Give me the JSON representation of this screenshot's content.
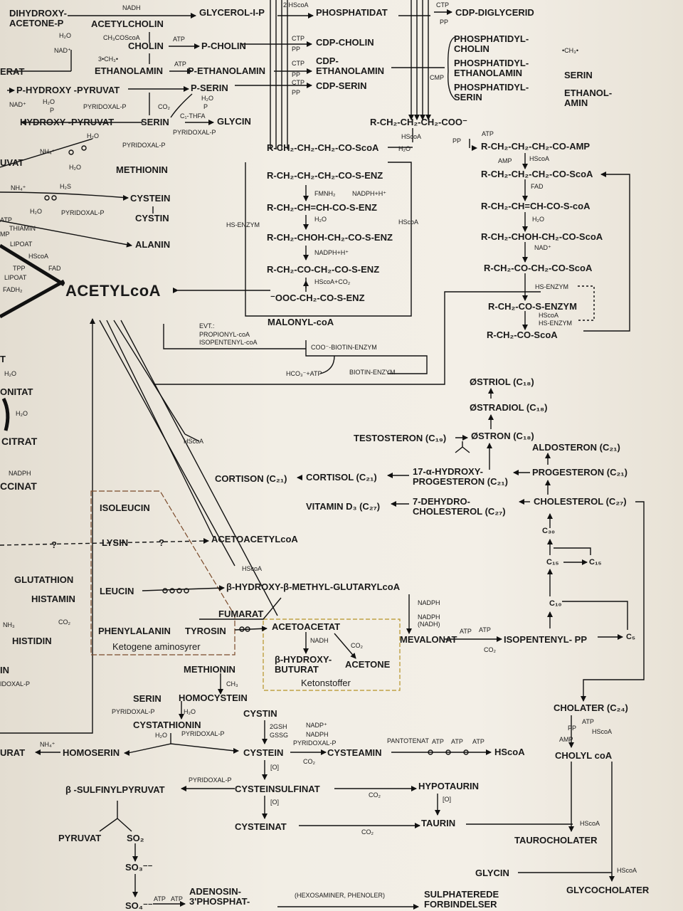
{
  "lipid": {
    "nadh": "NADH",
    "glycerol_p": "GLYCEROL-I-P",
    "two_hscoa": "2 HScoA",
    "phosphatidat": "PHOSPHATIDAT",
    "ctp_top": "CTP",
    "pp_top": "PP",
    "cdp_diglycerid": "CDP-DIGLYCERID",
    "dihydroxy_acetone_p": "DIHYDROXY-\nACETONE-P",
    "h2o_a": "H₂O",
    "nad_a": "NAD⁺",
    "acetylcholin": "ACETYLCHOLIN",
    "ch3coscoa": "CH₃COScoA",
    "three_ch3": "3•CH₃•",
    "cholin": "CHOLIN",
    "atp_cholin": "ATP",
    "p_cholin": "P-CHOLIN",
    "ctp_1": "CTP",
    "pp_1": "PP",
    "cdp_cholin": "CDP-CHOLIN",
    "ethanolamin": "ETHANOLAMIN",
    "atp_eth": "ATP",
    "p_ethanolamin": "P-ETHANOLAMIN",
    "ctp_2": "CTP",
    "pp_2": "PP",
    "cdp_ethanolamin": "CDP-\nETHANOLAMIN",
    "ctp_3": "CTP",
    "pp_3": "PP",
    "cdp_serin": "CDP-SERIN",
    "cmp": "CMP",
    "phosphatidylcholin": "PHOSPHATIDYL-\nCHOLIN",
    "phosphatidylethanolamin": "PHOSPHATIDYL-\nETHANOLAMIN",
    "phosphatidylserin": "PHOSPHATIDYL-\nSERIN",
    "ch3_right": "•CH₃•",
    "serin_right": "SERIN",
    "ethanolamin_right": "ETHANOL-\nAMIN",
    "erat": "ERAT",
    "p_hydroxy_pyruvat": "P-HYDROXY -PYRUVAT",
    "p_serin": "P-SERIN",
    "h2o_p": "H₂O",
    "p_p": "P",
    "nad_b": "NAD⁺",
    "h2o_b": "H₂O",
    "p_b": "P",
    "pyridoxal_p_a": "PYRIDOXAL-P",
    "co2_a": "CO₂",
    "c1_thfa": "C₁-THFA",
    "hydroxy_pyruvat": "HYDROXY -PYRUVAT",
    "serin": "SERIN",
    "glycin_top": "GLYCIN",
    "pyridoxal_p_b": "PYRIDOXAL-P",
    "h2o_c": "H₂O",
    "pyridoxal_p_c": "PYRIDOXAL-P",
    "uvat": "UVAT",
    "nh4_a": "NH₄⁺",
    "h2o_d": "H₂O",
    "methionin_top": "METHIONIN",
    "nh4_b": "NH₄⁺",
    "h2s": "H₂S",
    "h2o_e": "H₂O",
    "pyridoxal_p_d": "PYRIDOXAL-P",
    "cystein_top": "CYSTEIN",
    "cystin_top": "CYSTIN",
    "atp_left": "ATP",
    "thiamin": "THIAMIN",
    "mp": "MP",
    "alanin": "ALANIN",
    "lipoat": "LIPOAT",
    "hscoa_left": "HScoA",
    "tpp": "TPP",
    "fad_left": "FAD",
    "lipoat2": "LIPOAT",
    "fadh2": "FADH₂",
    "acetylcoa": "ACETYLcoA"
  },
  "fatty_synthesis": {
    "r_coo": "R-CH₂-CH₂-CH₂-COO⁻",
    "hscoa_1": "HScoA",
    "r_co_scoa": "R-CH₂-CH₂-CH₂-CO-ScoA",
    "h2o_1": "H₂O",
    "s1": "R-CH₂-CH₂-CH₂-CO-S-ENZ",
    "fmnh2": "FMNH₂",
    "nadph_1": "NADPH+H⁺",
    "s2": "R-CH₂-CH=CH-CO-S-ENZ",
    "hs_enzym": "HS-ENZYM",
    "h2o_2": "H₂O",
    "hscoa_2": "HScoA",
    "s3": "R-CH₂-CHOH-CH₂-CO-S-ENZ",
    "nadph_2": "NADPH+H⁺",
    "s4": "R-CH₂-CO-CH₂-CO-S-ENZ",
    "hscoa_co2": "HScoA+CO₂",
    "s5": "⁻OOC-CH₂-CO-S-ENZ",
    "malonyl": "MALONYL-coA",
    "evt": "EVT.:",
    "propionyl": "PROPIONYL-coA",
    "isopentenyl": "ISOPENTENYL-coA",
    "coo_biotin": "COO⁻-BIOTIN-ENZYM",
    "hco3_atp": "HCO₃⁻+ATP",
    "biotin_enzym": "BIOTIN-ENZYM"
  },
  "beta_oxidation": {
    "atp": "ATP",
    "pp": "PP",
    "amp_1": "R-CH₂-CH₂-CH₂-CO-AMP",
    "amp": "AMP",
    "hscoa": "HScoA",
    "b1": "R-CH₂-CH₂-CH₂-CO-ScoA",
    "fad": "FAD",
    "b2": "R-CH₂-CH=CH-CO-S-coA",
    "h2o": "H₂O",
    "b3": "R-CH₂-CHOH-CH₂-CO-ScoA",
    "nad": "NAD⁺",
    "b4": "R-CH₂-CO-CH₂-CO-ScoA",
    "hs_enzym_1": "HS-ENZYM",
    "b5": "R-CH₂-CO-S-ENZYM",
    "hscoa_2": "HScoA",
    "hs_enzym_2": "HS-ENZYM",
    "b6": "R-CH₂-CO-ScoA"
  },
  "steroids": {
    "ostriol": "ØSTRIOL (C₁₈)",
    "ostradiol": "ØSTRADIOL (C₁₈)",
    "testosteron": "TESTOSTERON (C₁₉)",
    "ostron": "ØSTRON (C₁₈)",
    "aldosteron": "ALDOSTERON (C₂₁)",
    "cortison": "CORTISON (C₂₁)",
    "cortisol": "CORTISOL (C₂₁)",
    "hydroxyprogesteron": "17-α-HYDROXY-\nPROGESTERON (C₂₁)",
    "progesteron": "PROGESTERON (C₂₁)",
    "vitamin_d3": "VITAMIN D₃ (C₂₇)",
    "dehydrocholesterol": "7-DEHYDRO-\nCHOLESTEROL (C₂₇)",
    "cholesterol": "CHOLESTEROL (C₂₇)",
    "c30": "C₃₀",
    "c15a": "C₁₅",
    "c15b": "C₁₅",
    "c10": "C₁₀",
    "c5": "C₅"
  },
  "ketone": {
    "hscoa_a": "HScoA",
    "isoleucin": "ISOLEUCIN",
    "lysin": "LYSIN",
    "q1": "?",
    "q2": "?",
    "acetoacetylcoa": "ACETOACETYLcoA",
    "hscoa_b": "HScoA",
    "leucin": "LEUCIN",
    "hmg": "β-HYDROXY-β-METHYL-GLUTARYLcoA",
    "fumarat": "FUMARAT",
    "phenylalanin": "PHENYLALANIN",
    "tyrosin": "TYROSIN",
    "ketogene": "Ketogene aminosyrer",
    "acetoacetat": "ACETOACETAT",
    "nadh": "NADH",
    "co2": "CO₂",
    "hydroxybuturat": "β-HYDROXY-\nBUTURAT",
    "acetone": "ACETONE",
    "ketonstoffer": "Ketonstoffer",
    "nadph_1": "NADPH",
    "nadph_2": "NADPH\n(NADH)",
    "mevalonat": "MEVALONAT",
    "atp_1": "ATP",
    "atp_2": "ATP",
    "co2_b": "CO₂",
    "isopentenyl_pp": "ISOPENTENYL- PP"
  },
  "left_side": {
    "t": "T",
    "h2o_1": "H₂O",
    "onitat": "ONITAT",
    "h2o_2": "H₂O",
    "citrat": "CITRAT",
    "nadph": "NADPH",
    "ccinat": "CCINAT",
    "glutathion": "GLUTATHION",
    "histamin": "HISTAMIN",
    "nh3": "NH₃",
    "co2": "CO₂",
    "histidin": "HISTIDIN",
    "in": "IN",
    "idoxal": "IDOXAL-P",
    "urat": "URAT"
  },
  "sulfur": {
    "methionin": "METHIONIN",
    "ch3": "CH₃",
    "serin": "SERIN",
    "homocystein": "HOMOCYSTEIN",
    "pyridoxal_1": "PYRIDOXAL-P",
    "h2o_1": "H₂O",
    "cystathionin": "CYSTATHIONIN",
    "h2o_2": "H₂O",
    "pyridoxal_2": "PYRIDOXAL-P",
    "nh4": "NH₄⁺",
    "homoserin": "HOMOSERIN",
    "cystin": "CYSTIN",
    "two_gsh": "2GSH",
    "gssg": "GSSG",
    "nadp": "NADP⁺",
    "nadph": "NADPH",
    "pyridoxal_3": "PYRIDOXAL-P",
    "cystein": "CYSTEIN",
    "co2_1": "CO₂",
    "cysteamin": "CYSTEAMIN",
    "pantotenat": "PANTOTENAT",
    "atp_1": "ATP",
    "atp_2": "ATP",
    "atp_3": "ATP",
    "hscoa": "HScoA",
    "o_1": "[O]",
    "pyridoxal_4": "PYRIDOXAL-P",
    "sulfinylpyruvat": "β -SULFINYLPYRUVAT",
    "cysteinsulfinat": "CYSTEINSULFINAT",
    "co2_2": "CO₂",
    "hypotaurin": "HYPOTAURIN",
    "o_2": "[O]",
    "o_3": "[O]",
    "pyruvat": "PYRUVAT",
    "so2": "SO₂",
    "cysteinat": "CYSTEINAT",
    "co2_3": "CO₂",
    "taurin": "TAURIN",
    "so3": "SO₃⁻⁻",
    "so4": "SO₄⁻⁻",
    "atp_4": "ATP",
    "atp_5": "ATP",
    "adenosin": "ADENOSIN-\n3'PHOSPHAT-",
    "hexosaminer": "(HEXOSAMINER, PHENOLER)",
    "sulphaterede": "SULPHATEREDE\nFORBINDELSER"
  },
  "bile": {
    "cholater": "CHOLATER (C₂₄)",
    "atp": "ATP",
    "pp": "PP",
    "hscoa_1": "HScoA",
    "amp": "AMP",
    "cholyl_coa": "CHOLYL coA",
    "hscoa_2": "HScoA",
    "taurocholater": "TAUROCHOLATER",
    "glycin": "GLYCIN",
    "hscoa_3": "HScoA",
    "glycocholater": "GLYCOCHOLATER"
  }
}
